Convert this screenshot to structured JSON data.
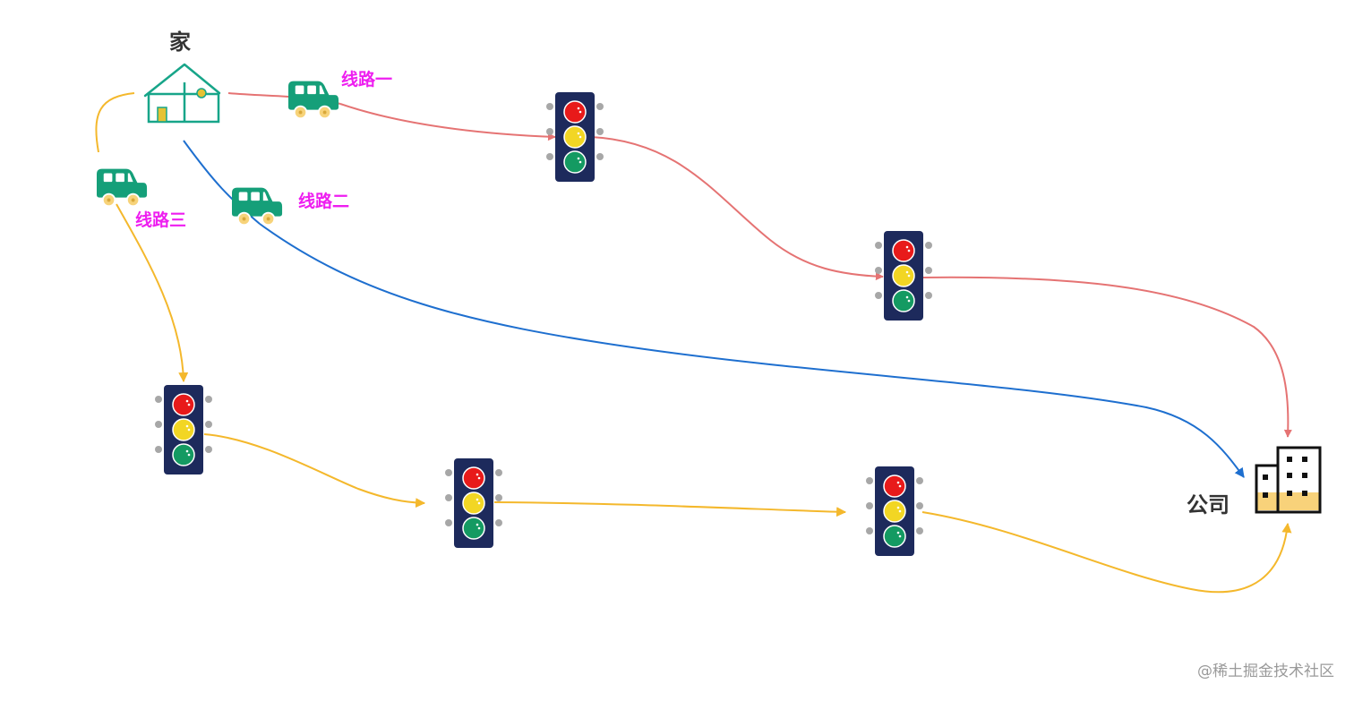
{
  "nodes": {
    "home_label": "家",
    "company_label": "公司"
  },
  "routes": [
    {
      "label": "线路一",
      "color": "#e57373"
    },
    {
      "label": "线路二",
      "color": "#1e6fcf"
    },
    {
      "label": "线路三",
      "color": "#f4b82c"
    }
  ],
  "route_label_color": "#ee1ef0",
  "watermark": "@稀土掘金技术社区",
  "colors": {
    "car": "#159f79",
    "car_wheel": "#f7d37a",
    "house": "#17a589",
    "house_accent": "#e5c233",
    "light_body": "#1d2a5c",
    "light_red": "#e81a1a",
    "light_yellow": "#f2d624",
    "light_green": "#149a62",
    "building_fill": "#f8d27a"
  },
  "icons": [
    "house-icon",
    "car-icon",
    "traffic-light-icon",
    "office-building-icon"
  ]
}
